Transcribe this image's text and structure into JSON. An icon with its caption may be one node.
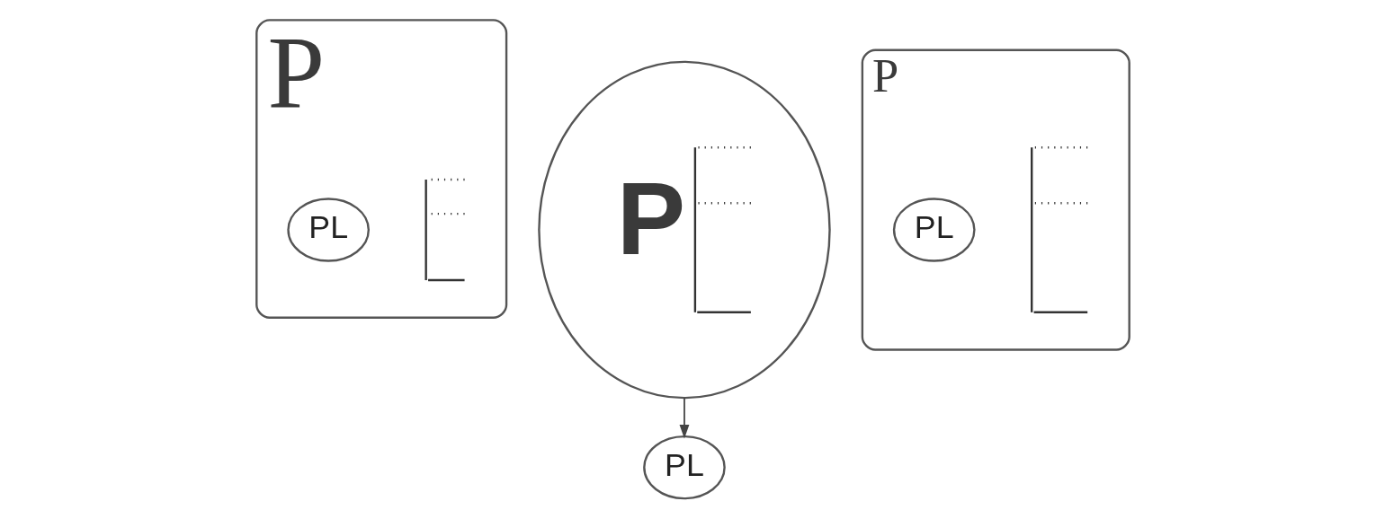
{
  "diagram": {
    "nodes": [
      {
        "text": [
          "P"
        ]
      },
      {
        "text": [
          "PL"
        ],
        "in": 0
      },
      {
        "text": [
          "P"
        ]
      },
      {
        "text": [
          "PL"
        ]
      },
      {
        "text": [
          "P"
        ]
      },
      {
        "text": [
          "PL"
        ],
        "in": 4
      }
    ],
    "edges": [
      {
        "from": 2,
        "to": 3,
        "arrow": "to"
      }
    ]
  }
}
